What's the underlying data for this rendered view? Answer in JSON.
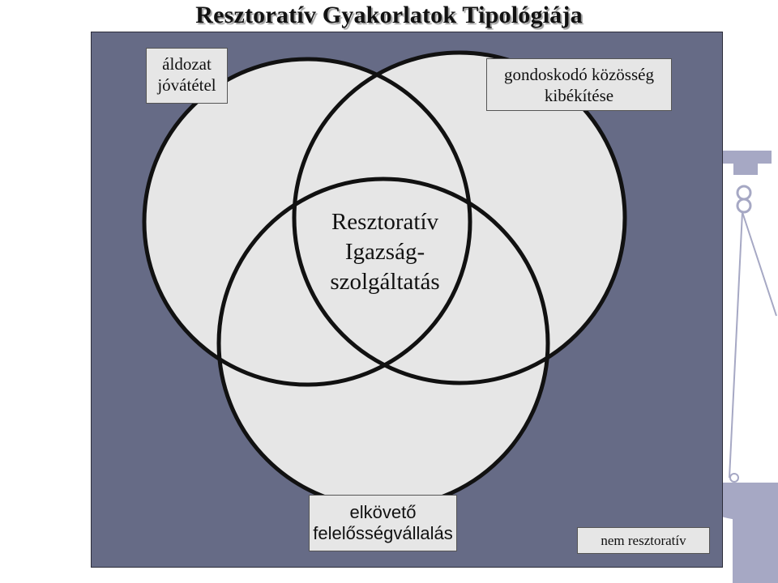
{
  "title": "Resztoratív Gyakorlatok Tipológiája",
  "center_label": [
    "Resztoratív",
    "Igazság-",
    "szolgáltatás"
  ],
  "circle_labels": {
    "victim": [
      "áldozat",
      "jóvátétel"
    ],
    "community": [
      "gondoskodó közösség",
      "kibékítése"
    ],
    "offender": [
      "elkövető",
      "felelősségvállalás"
    ]
  },
  "legend": "nem resztoratív",
  "colors": {
    "panel": "#666b86",
    "circle_fill": "#e6e6e6",
    "circle_stroke": "#111111",
    "decoration": "#a6a8c4"
  },
  "decoration_icon": "scales-of-justice-icon"
}
